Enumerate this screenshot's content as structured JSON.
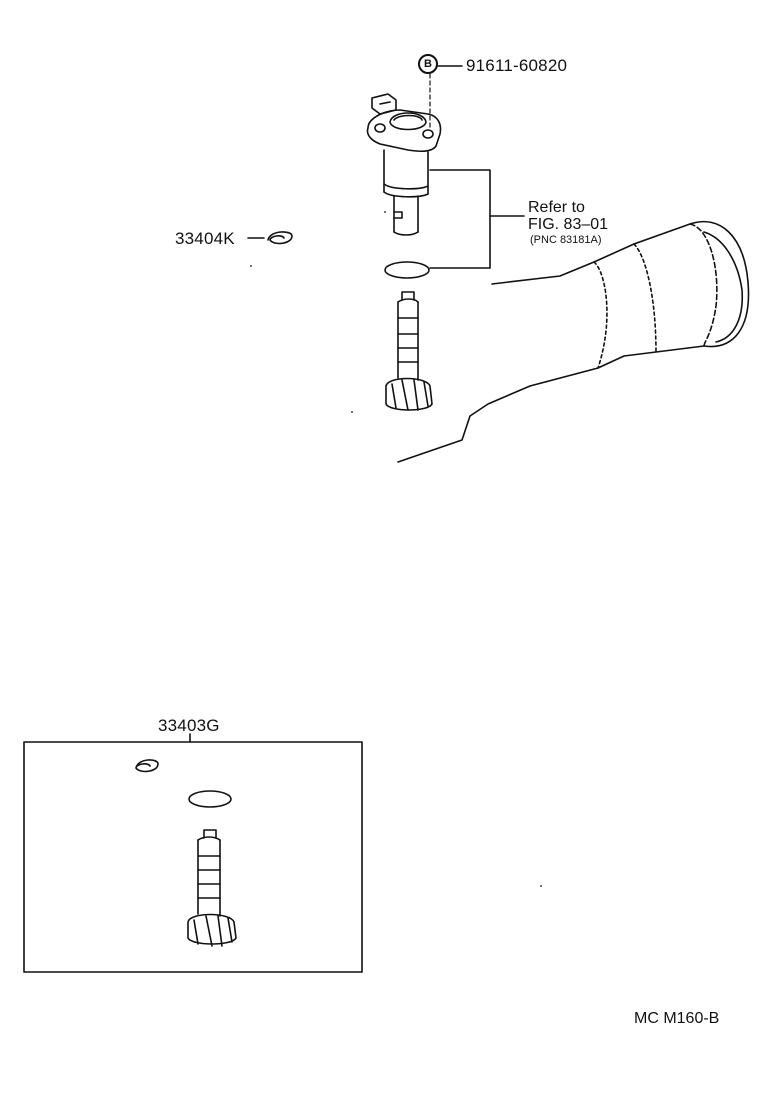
{
  "parts": {
    "bolt_marker": "B",
    "bolt_number": "91611-60820",
    "clip_number": "33404K",
    "kit_number": "33403G"
  },
  "reference": {
    "line1": "Refer to",
    "line2": "FIG. 83–01",
    "line3": "(PNC 83181A)"
  },
  "footer": {
    "code": "MC M160-B"
  }
}
